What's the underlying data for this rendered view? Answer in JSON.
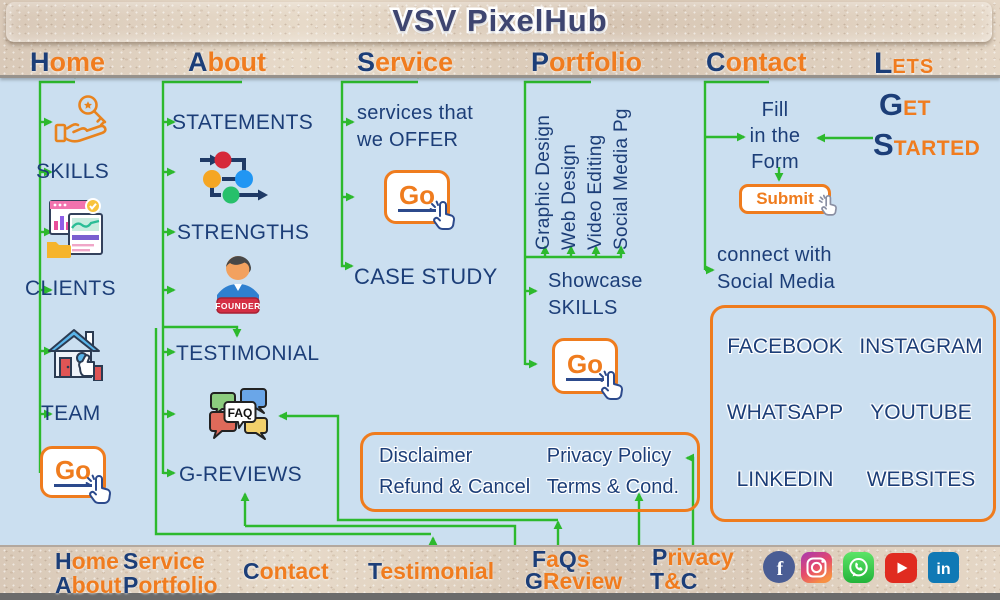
{
  "colors": {
    "green": "#2db92d",
    "orange": "#f07c1f",
    "navy": "#1c3e78",
    "title_navy": "#3e4570",
    "bg_blue": "#cbdff0",
    "box_border": "#ef7c1e"
  },
  "header": {
    "title": "VSV PixelHub"
  },
  "nav": {
    "home": [
      {
        "t": "H",
        "c": "navy"
      },
      {
        "t": "ome",
        "c": "orange"
      }
    ],
    "about": [
      {
        "t": "A",
        "c": "navy"
      },
      {
        "t": "bout",
        "c": "orange"
      }
    ],
    "service": [
      {
        "t": "S",
        "c": "navy"
      },
      {
        "t": "ervice",
        "c": "orange"
      }
    ],
    "portfolio": [
      {
        "t": "P",
        "c": "navy"
      },
      {
        "t": "ortfolio",
        "c": "orange"
      }
    ],
    "contact": [
      {
        "t": "C",
        "c": "navy"
      },
      {
        "t": "ontact",
        "c": "orange"
      }
    ],
    "lets": [
      {
        "t": "L",
        "c": "navy"
      },
      {
        "t": "ETS",
        "c": "orange"
      }
    ]
  },
  "buttons": {
    "go": "Go",
    "submit": "Submit"
  },
  "col": {
    "home": {
      "skills": "SKILLS",
      "clients": "CLIENTS",
      "team": "TEAM"
    },
    "about": {
      "statements": "STATEMENTS",
      "strengths": "STRENGTHS",
      "testimonial": "TESTIMONIAL",
      "greviews": "G-REVIEWS",
      "founder_badge": "FOUNDER",
      "faq_label": "FAQ"
    },
    "service": {
      "offer1": "services that",
      "offer2": "we OFFER",
      "case_study": "CASE STUDY"
    },
    "portfolio": {
      "rotated": [
        "Graphic Design",
        "Web Design",
        "Video Editing",
        "Social Media Pg"
      ],
      "showcase1": "Showcase",
      "showcase2": "SKILLS"
    },
    "contact": {
      "fill1": "Fill",
      "fill2": "in the",
      "fill3": "Form",
      "connect1": "connect with",
      "connect2": "Social Media",
      "get": [
        {
          "t": "G",
          "c": "navy"
        },
        {
          "t": "ET",
          "c": "orange"
        }
      ],
      "started": [
        {
          "t": "S",
          "c": "navy"
        },
        {
          "t": "TARTED",
          "c": "orange"
        }
      ]
    }
  },
  "social_box": {
    "items": [
      "FACEBOOK",
      "INSTAGRAM",
      "WHATSAPP",
      "YOUTUBE",
      "LINKEDIN",
      "WEBSITES"
    ]
  },
  "policy_box": {
    "items": [
      "Disclaimer",
      "Refund & Cancel",
      "Privacy Policy",
      "Terms & Cond."
    ]
  },
  "footer": {
    "home": [
      {
        "t": "H",
        "c": "navy"
      },
      {
        "t": "ome",
        "c": "orange"
      }
    ],
    "about": [
      {
        "t": "A",
        "c": "navy"
      },
      {
        "t": "bout",
        "c": "orange"
      }
    ],
    "service": [
      {
        "t": "S",
        "c": "navy"
      },
      {
        "t": "ervice",
        "c": "orange"
      }
    ],
    "portfolio": [
      {
        "t": "P",
        "c": "navy"
      },
      {
        "t": "ortfolio",
        "c": "orange"
      }
    ],
    "contact": [
      {
        "t": "C",
        "c": "navy"
      },
      {
        "t": "ontact",
        "c": "orange"
      }
    ],
    "testimonial": [
      {
        "t": "T",
        "c": "navy"
      },
      {
        "t": "estimonial",
        "c": "orange"
      }
    ],
    "faqs": [
      {
        "t": "F",
        "c": "navy"
      },
      {
        "t": "a",
        "c": "orange"
      },
      {
        "t": "Q",
        "c": "navy"
      },
      {
        "t": "s",
        "c": "orange"
      }
    ],
    "greview": [
      {
        "t": "G",
        "c": "navy"
      },
      {
        "t": "Review",
        "c": "orange"
      }
    ],
    "privacy": [
      {
        "t": "P",
        "c": "navy"
      },
      {
        "t": "rivacy",
        "c": "orange"
      }
    ],
    "tc": [
      {
        "t": "T",
        "c": "navy"
      },
      {
        "t": "&",
        "c": "orange"
      },
      {
        "t": "C",
        "c": "navy"
      }
    ]
  },
  "icons": {
    "home_column": [
      "hand-key-icon",
      "dashboard-icon",
      "house-thumbsup-icon"
    ],
    "about_column": [
      "process-flow-icon",
      "founder-avatar-icon",
      "faq-bubbles-icon"
    ],
    "buttons": [
      "click-hand-cursor-icon"
    ],
    "footer_social": [
      "facebook-icon",
      "instagram-icon",
      "whatsapp-icon",
      "youtube-icon",
      "linkedin-icon"
    ]
  }
}
